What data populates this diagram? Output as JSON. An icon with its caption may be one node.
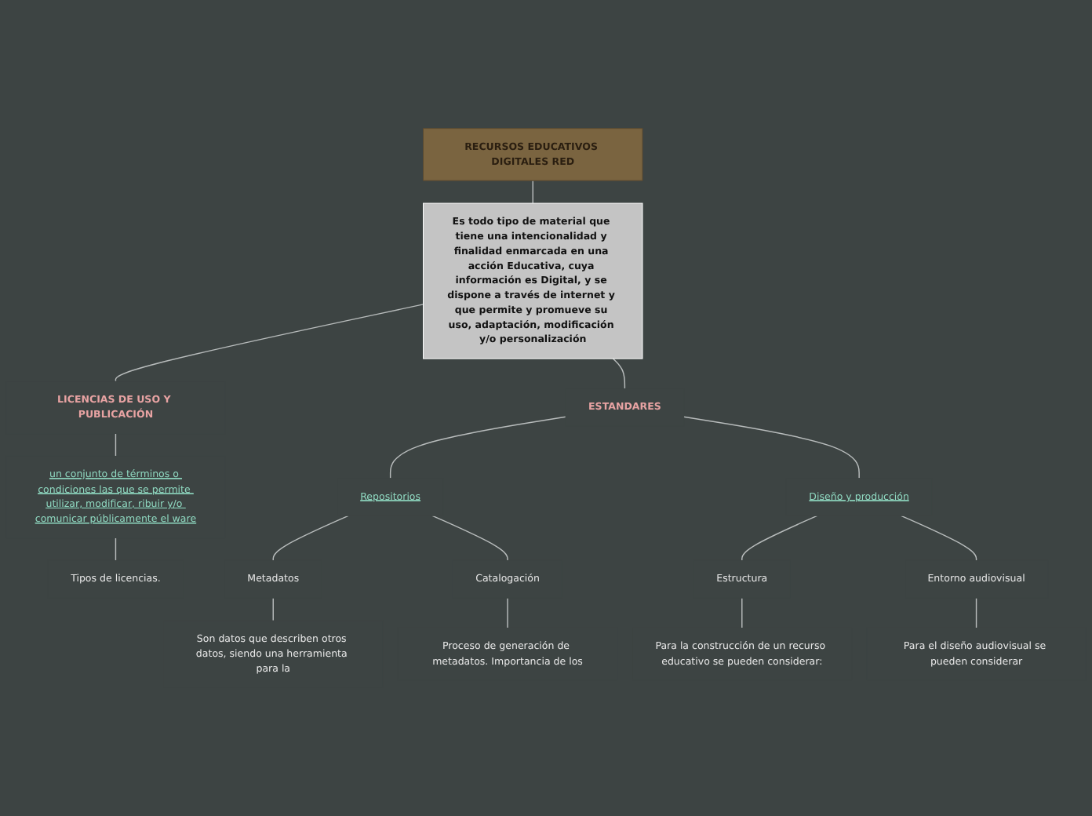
{
  "diagram": {
    "nodes": [
      {
        "text": [
          "RECURSOS EDUCATIVOS DIGITALES RED"
        ]
      },
      {
        "text": [
          "Es todo tipo de material que tiene una intencionalidad y finalidad enmarcada en una acción Educativa, cuya información es Digital, y se dispone a través de internet y que permite y promueve su uso, adaptación, modificación y/o personalización"
        ]
      },
      {
        "text": [
          "LICENCIAS DE USO Y PUBLICACIÓN"
        ]
      },
      {
        "text": [
          "un conjunto de términos o condiciones las que se permite utilizar, modificar, ribuir y/o comunicar públicamente el ware"
        ]
      },
      {
        "text": [
          "Tipos de licencias."
        ]
      },
      {
        "text": [
          "ESTANDARES"
        ]
      },
      {
        "text": [
          "Repositorios"
        ]
      },
      {
        "text": [
          "Metadatos"
        ]
      },
      {
        "text": [
          "Son datos que describen otros datos, siendo una herramienta para la"
        ]
      },
      {
        "text": [
          "Catalogación"
        ]
      },
      {
        "text": [
          "Proceso de generación de metadatos. Importancia de los"
        ]
      },
      {
        "text": [
          "Diseño y producción"
        ]
      },
      {
        "text": [
          "Estructura"
        ]
      },
      {
        "text": [
          "Para la construcción de un recurso educativo se pueden considerar:"
        ]
      },
      {
        "text": [
          "Entorno audiovisual"
        ]
      },
      {
        "text": [
          "Para el diseño audiovisual se pueden considerar"
        ]
      }
    ],
    "edges": [
      {
        "from": 0,
        "to": 1,
        "arrow": "none"
      },
      {
        "from": 1,
        "to": 2,
        "arrow": "none"
      },
      {
        "from": 1,
        "to": 5,
        "arrow": "none"
      },
      {
        "from": 2,
        "to": 3,
        "arrow": "none"
      },
      {
        "from": 3,
        "to": 4,
        "arrow": "none"
      },
      {
        "from": 5,
        "to": 6,
        "arrow": "none"
      },
      {
        "from": 5,
        "to": 11,
        "arrow": "none"
      },
      {
        "from": 6,
        "to": 7,
        "arrow": "none"
      },
      {
        "from": 6,
        "to": 9,
        "arrow": "none"
      },
      {
        "from": 7,
        "to": 8,
        "arrow": "none"
      },
      {
        "from": 9,
        "to": 10,
        "arrow": "none"
      },
      {
        "from": 11,
        "to": 12,
        "arrow": "none"
      },
      {
        "from": 11,
        "to": 14,
        "arrow": "none"
      },
      {
        "from": 12,
        "to": 13,
        "arrow": "none"
      },
      {
        "from": 14,
        "to": 15,
        "arrow": "none"
      }
    ]
  }
}
